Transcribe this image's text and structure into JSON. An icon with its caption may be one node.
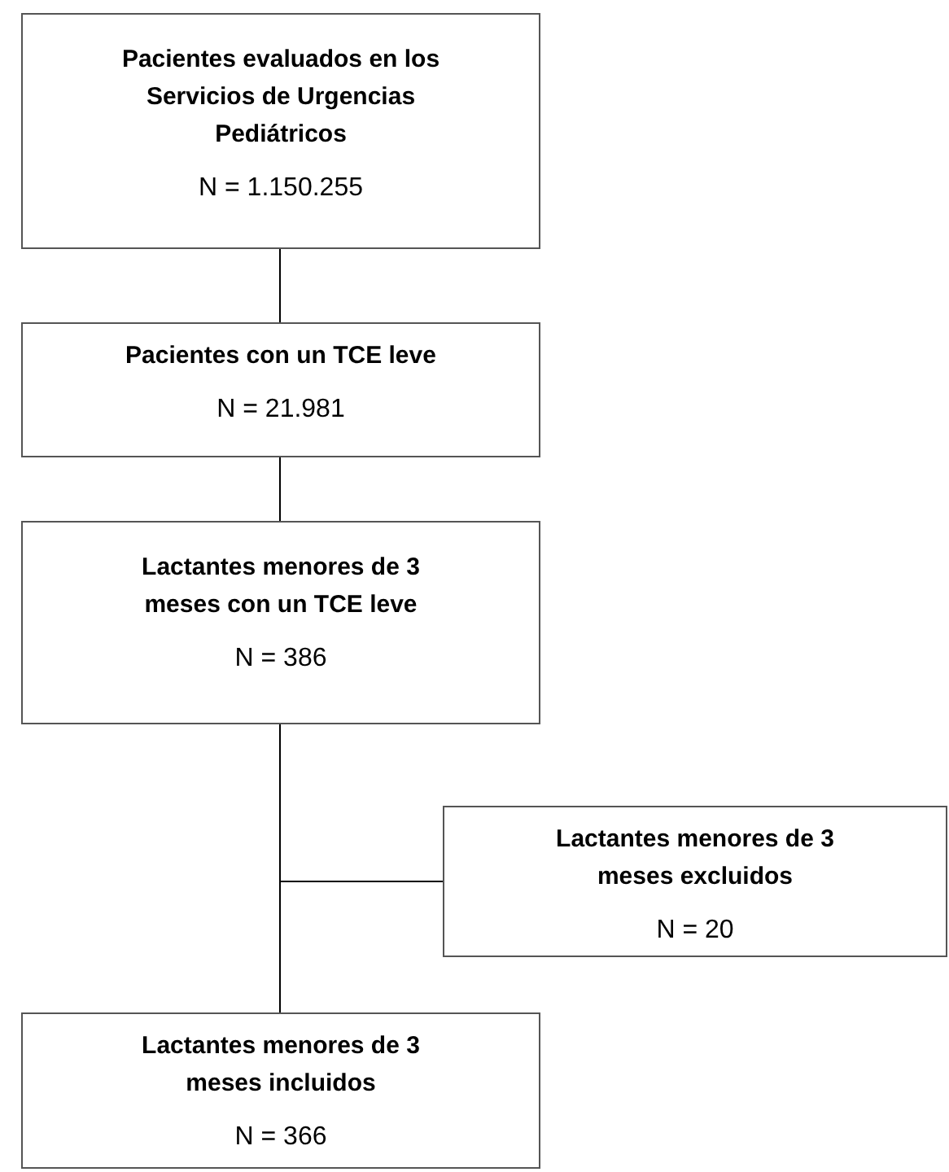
{
  "diagram": {
    "nodes": [
      {
        "text": [
          "Pacientes evaluados en los Servicios de Urgencias Pediátricos",
          "N = 1.150.255"
        ]
      },
      {
        "text": [
          "Pacientes con un TCE leve",
          "N = 21.981"
        ]
      },
      {
        "text": [
          "Lactantes menores de 3 meses con un TCE leve",
          "N = 386"
        ]
      },
      {
        "text": [
          "Lactantes menores de 3 meses excluidos",
          "N = 20"
        ]
      },
      {
        "text": [
          "Lactantes menores de 3 meses incluidos",
          "N = 366"
        ]
      }
    ],
    "edges": [
      {
        "from": 0,
        "to": 1,
        "arrow": "none"
      },
      {
        "from": 1,
        "to": 2,
        "arrow": "none"
      },
      {
        "from": 2,
        "to": 4,
        "arrow": "none"
      },
      {
        "from": 2,
        "to": 3,
        "arrow": "none"
      }
    ]
  }
}
